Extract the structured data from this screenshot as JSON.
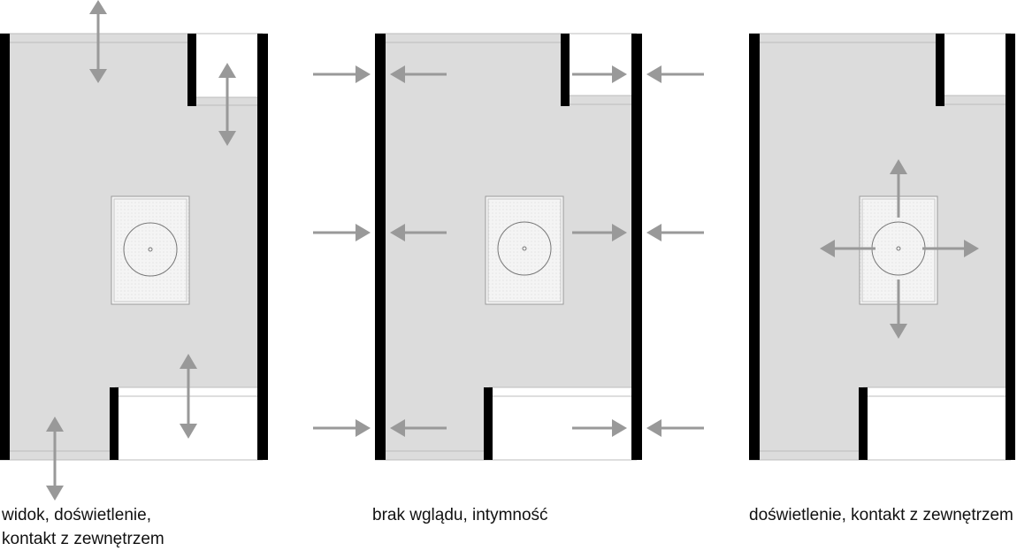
{
  "colors": {
    "floor_fill": "#dcdcdc",
    "wall": "#000000",
    "arrow": "#999999",
    "outline": "#bdbdbd",
    "courtyard_fill": "#f3f3f3",
    "courtyard_border": "#9a9a9a"
  },
  "panels": [
    {
      "id": "panel-1",
      "caption_lines": [
        "widok, doświetlenie,",
        "kontakt z zewnętrzem"
      ]
    },
    {
      "id": "panel-2",
      "caption_lines": [
        "brak wglądu, intymność"
      ]
    },
    {
      "id": "panel-3",
      "caption_lines": [
        "doświetlenie, kontakt z zewnętrzem"
      ]
    }
  ]
}
